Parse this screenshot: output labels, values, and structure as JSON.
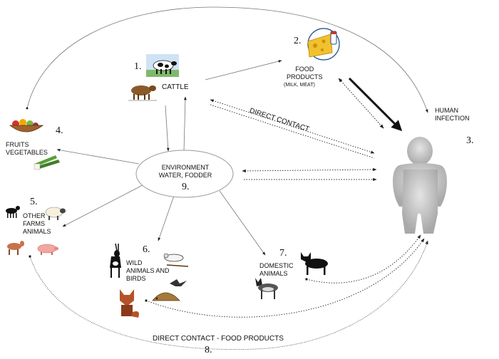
{
  "nodes": {
    "cattle": {
      "number": "1.",
      "label": "CATTLE"
    },
    "food": {
      "number": "2.",
      "label": "FOOD\nPRODUCTS",
      "sublabel": "(MILK, MEAT)"
    },
    "human": {
      "number": "3.",
      "label": "HUMAN\nINFECTION"
    },
    "fruits": {
      "number": "4.",
      "label": "FRUITS\nVEGETABLES"
    },
    "farm": {
      "number": "5.",
      "label": "OTHER\nFARMS\nANIMALS"
    },
    "wild": {
      "number": "6.",
      "label": "WILD\nANIMALS AND\nBIRDS"
    },
    "domestic": {
      "number": "7.",
      "label": "DOMESTIC\nANIMALS"
    },
    "contact": {
      "number": "8.",
      "label": "DIRECT CONTACT - FOOD PRODUCTS"
    },
    "environment": {
      "number": "9.",
      "label": "ENVIRONMENT\nWATER, FODDER"
    }
  },
  "edges": {
    "direct_contact": "DIRECT CONTACT"
  },
  "icons": [
    "cow-icon",
    "bull-icon",
    "cheese-icon",
    "milk-bottle-icon",
    "human-silhouette-icon",
    "fruit-bowl-icon",
    "leek-icon",
    "goat-icon",
    "sheep-icon",
    "horse-icon",
    "pig-icon",
    "antelope-icon",
    "bird-icon",
    "fox-icon",
    "hedgehog-icon",
    "dog-icon",
    "cat-icon"
  ]
}
